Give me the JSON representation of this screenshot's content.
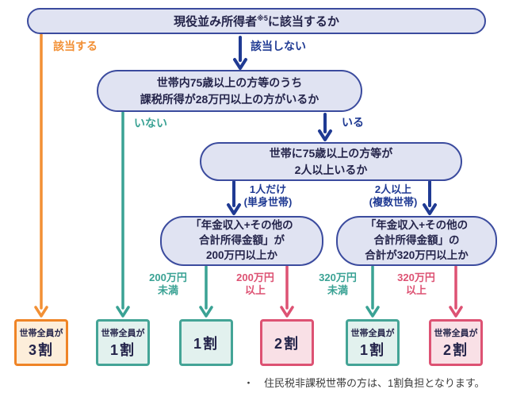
{
  "palette": {
    "navy": "#1f3a93",
    "orange": "#f29035",
    "teal": "#3aa294",
    "pink": "#dd5273",
    "question_fill": "#e0e3f2",
    "question_border": "#3b4b9e",
    "result_orange_fill": "#fdeeda",
    "result_teal_fill": "#e2f1ee",
    "result_pink_fill": "#f9e0e6"
  },
  "flow": {
    "q1": {
      "text_before_sup": "現役並み所得者",
      "sup": "※5",
      "text_after_sup": "に該当するか"
    },
    "q1_yes_label": "該当する",
    "q1_no_label": "該当しない",
    "q2": {
      "lines": [
        "世帯内75歳以上の方等のうち",
        "課税所得が28万円以上の方がいるか"
      ]
    },
    "q2_no_label": "いない",
    "q2_yes_label": "いる",
    "q3": {
      "lines": [
        "世帯に75歳以上の方等が",
        "2人以上いるか"
      ]
    },
    "q3_single_label": {
      "lines": [
        "1人だけ",
        "(単身世帯)"
      ]
    },
    "q3_multi_label": {
      "lines": [
        "2人以上",
        "(複数世帯)"
      ]
    },
    "q4": {
      "lines": [
        "「年金収入+その他の",
        "合計所得金額」が",
        "200万円以上か"
      ]
    },
    "q5": {
      "lines": [
        "「年金収入+その他の",
        "合計所得金額」の",
        "合計が320万円以上か"
      ]
    },
    "q4_under_label": {
      "lines": [
        "200万円",
        "未満"
      ]
    },
    "q4_over_label": {
      "lines": [
        "200万円",
        "以上"
      ]
    },
    "q5_under_label": {
      "lines": [
        "320万円",
        "未満"
      ]
    },
    "q5_over_label": {
      "lines": [
        "320万円",
        "以上"
      ]
    },
    "results": [
      {
        "prefix": "世帯全員が",
        "value": "3割",
        "style": "orange"
      },
      {
        "prefix": "世帯全員が",
        "value": "1割",
        "style": "teal"
      },
      {
        "prefix": "",
        "value": "1割",
        "style": "teal"
      },
      {
        "prefix": "",
        "value": "2割",
        "style": "pink"
      },
      {
        "prefix": "世帯全員が",
        "value": "1割",
        "style": "teal"
      },
      {
        "prefix": "世帯全員が",
        "value": "2割",
        "style": "pink"
      }
    ],
    "footnote": "・　住民税非課税世帯の方は、1割負担となります。"
  }
}
